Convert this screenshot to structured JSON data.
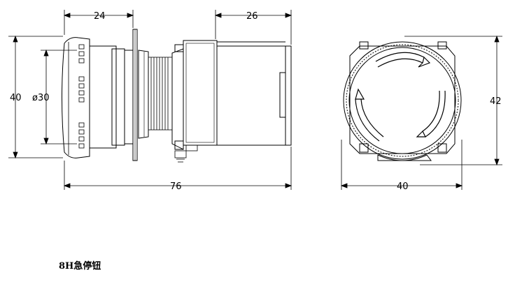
{
  "side_view": {
    "dims": {
      "front_depth": "24",
      "body_depth": "26",
      "total_length": "76",
      "outer_height": "40",
      "inner_diameter": "ø30"
    }
  },
  "front_view": {
    "dims": {
      "width": "40",
      "height": "42"
    }
  },
  "caption": "8H急停钮"
}
